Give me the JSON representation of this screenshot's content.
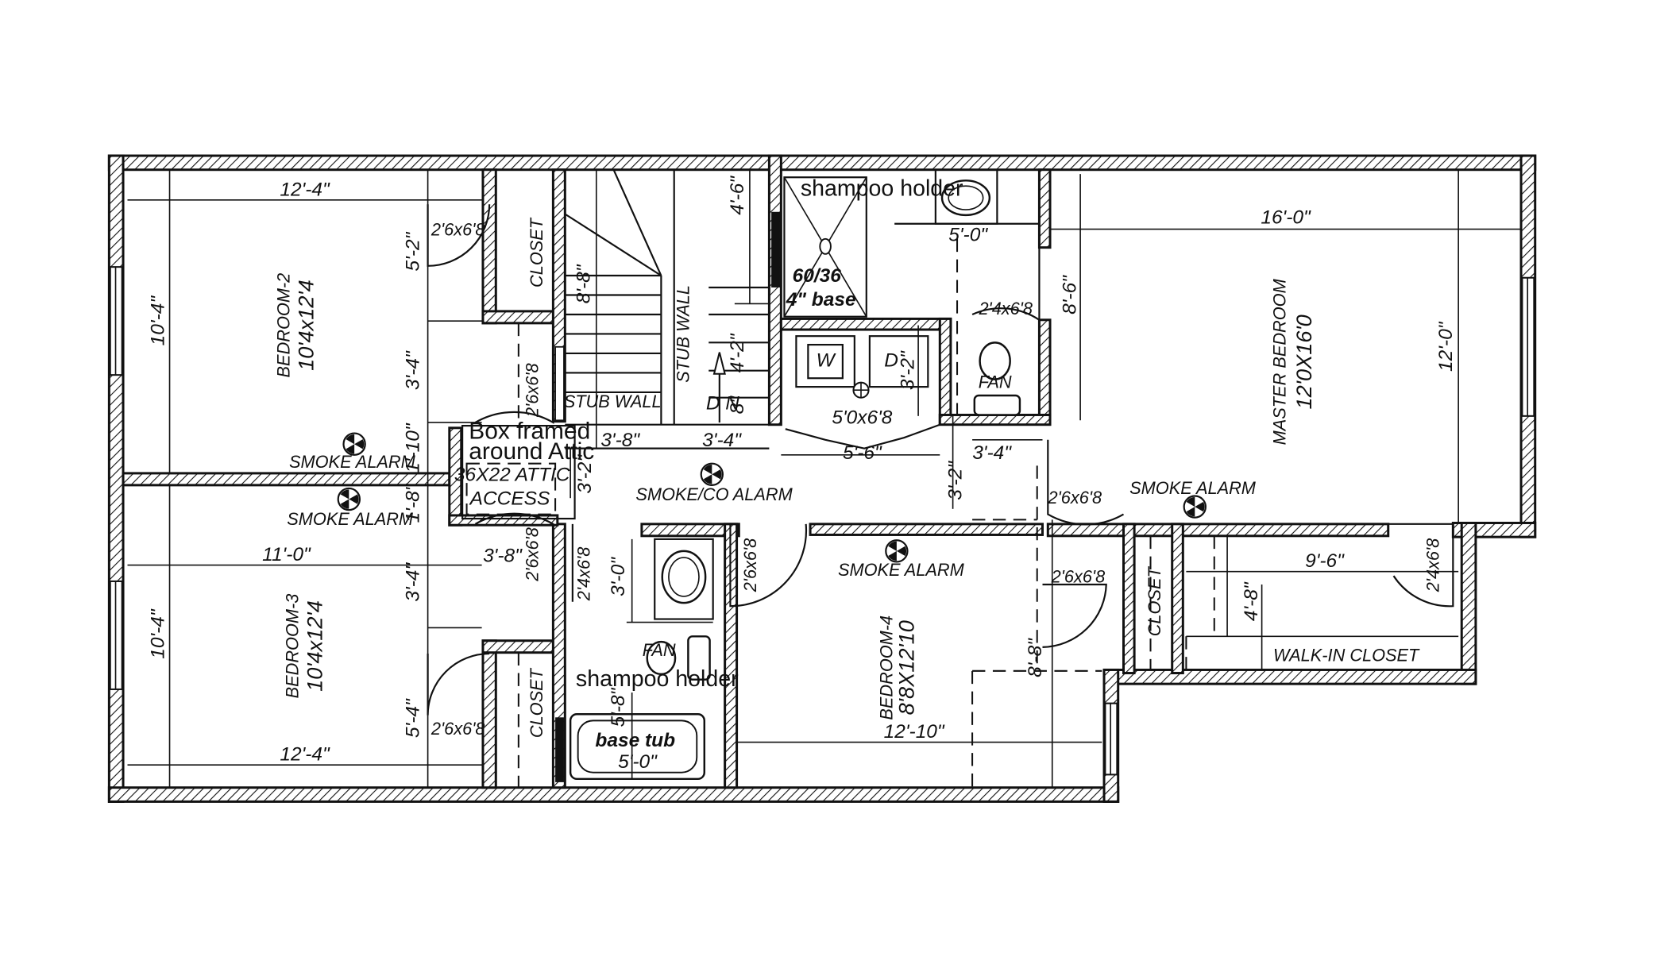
{
  "rooms": {
    "bedroom2": {
      "name": "BEDROOM-2",
      "size": "10'4x12'4"
    },
    "bedroom3": {
      "name": "BEDROOM-3",
      "size": "10'4x12'4"
    },
    "bedroom4": {
      "name": "BEDROOM-4",
      "size": "8'8X12'10"
    },
    "master": {
      "name": "MASTER BEDROOM",
      "size": "12'0X16'0"
    },
    "closet": "CLOSET",
    "walkin": "WALK-IN CLOSET"
  },
  "labels": {
    "smoke_alarm": "SMOKE ALARM",
    "smoke_co_alarm": "SMOKE/CO ALARM",
    "stub_wall": "STUB WALL",
    "dn": "D N",
    "attic_access_1": "36X22 ATTIC",
    "attic_access_2": "ACCESS",
    "box_framed_1": "Box framed",
    "box_framed_2": "around Attic",
    "shampoo_holder": "shampoo holder",
    "shower_1": "60/36",
    "shower_2": "4\" base",
    "washer": "W",
    "dryer": "D",
    "fan": "FAN",
    "laundry_door": "5'0x6'8",
    "base_tub": "base tub",
    "tub_len": "5'-0\""
  },
  "doors": {
    "d2668": "2'6x6'8",
    "d2468": "2'4x6'8",
    "d2468b": "2'4x6'8"
  },
  "dims": {
    "b2_width": "12'-4\"",
    "b2_depth": "10'-4\"",
    "b2_closet": "5'-2\"",
    "b2_hall": "3'-4\"",
    "hall_1_10": "1'-10\"",
    "hall_1_8": "1'-8\"",
    "b3_width_top": "11'-0\"",
    "b3_depth": "10'-4\"",
    "b3_hall": "3'-4\"",
    "b3_closet": "5'-4\"",
    "b3_width_bot": "12'-4\"",
    "stair_len": "8'-8\"",
    "stair_width": "4'-6\"",
    "stair_4_2": "4'-2\"",
    "stair_8": "8\"",
    "hall_3_8a": "3'-8\"",
    "hall_3_4": "3'-4\"",
    "hall_3_2": "3'-2\"",
    "hall_3_8b": "3'-8\"",
    "bath_3_0": "3'-0\"",
    "bath_5_8": "5'-8\"",
    "ens_5_0": "5'-0\"",
    "laundry_3_2": "3'-2\"",
    "laundry_5_6": "5'-6\"",
    "ens_8_6": "8'-6\"",
    "ens_3_4": "3'-4\"",
    "ens_3_2": "3'-2\"",
    "master_width": "16'-0\"",
    "master_depth": "12'-0\"",
    "walkin_width": "9'-6\"",
    "walkin_depth": "4'-8\"",
    "b4_width": "12'-10\"",
    "b4_depth": "8'-8\""
  }
}
